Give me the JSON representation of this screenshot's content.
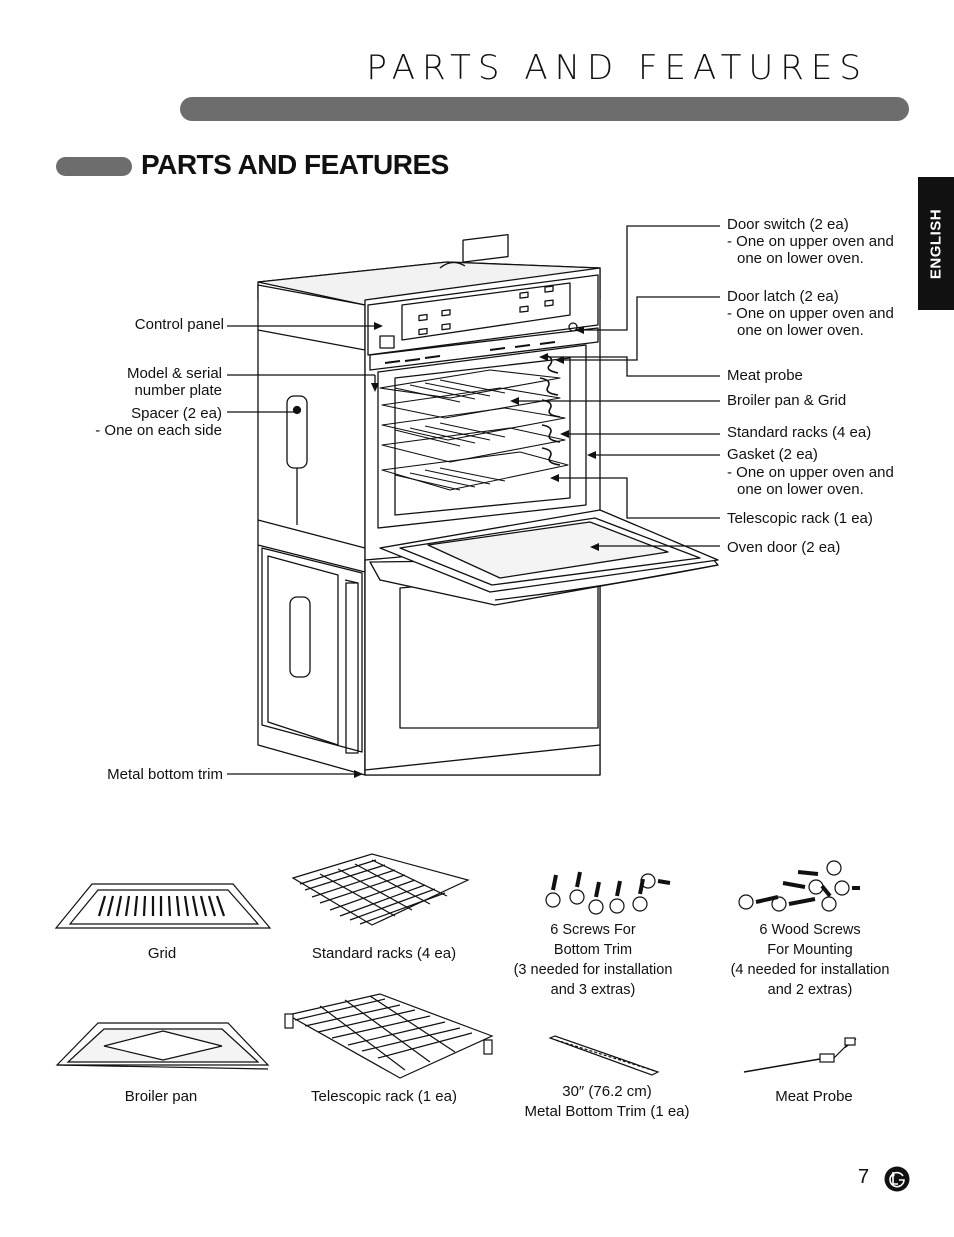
{
  "header": {
    "title": "PARTS AND FEATURES",
    "language_tab": "ENGLISH"
  },
  "section": {
    "title": "PARTS AND FEATURES"
  },
  "callouts": {
    "control_panel": "Control panel",
    "model_serial_1": "Model & serial",
    "model_serial_2": "number plate",
    "spacer": "Spacer (2 ea)",
    "spacer_note": "- One on each side",
    "metal_bottom_trim": "Metal bottom trim",
    "door_switch": "Door switch (2 ea)",
    "door_switch_note_1": "- One on upper oven and",
    "door_switch_note_2": "one on lower oven.",
    "door_latch": "Door latch (2 ea)",
    "door_latch_note_1": "- One on upper oven and",
    "door_latch_note_2": "one on lower oven.",
    "meat_probe": "Meat probe",
    "broiler_pan_grid": "Broiler pan & Grid",
    "standard_racks": "Standard racks (4 ea)",
    "gasket": "Gasket (2 ea)",
    "gasket_note_1": "- One on upper oven and",
    "gasket_note_2": "one on lower oven.",
    "telescopic_rack": "Telescopic rack (1 ea)",
    "oven_door": "Oven door (2 ea)"
  },
  "accessories": {
    "grid": "Grid",
    "standard_racks": "Standard racks (4 ea)",
    "screws_1": "6 Screws For",
    "screws_2": "Bottom Trim",
    "screws_3": "(3 needed for installation",
    "screws_4": "and 3 extras)",
    "wood_1": "6 Wood Screws",
    "wood_2": "For Mounting",
    "wood_3": "(4 needed for installation",
    "wood_4": "and 2 extras)",
    "broiler_pan": "Broiler pan",
    "telescopic_rack": "Telescopic rack (1 ea)",
    "trim_1": "30″ (76.2 cm)",
    "trim_2": "Metal Bottom Trim (1 ea)",
    "meat_probe": "Meat Probe"
  },
  "footer": {
    "page_number": "7",
    "logo": "lg-logo"
  }
}
